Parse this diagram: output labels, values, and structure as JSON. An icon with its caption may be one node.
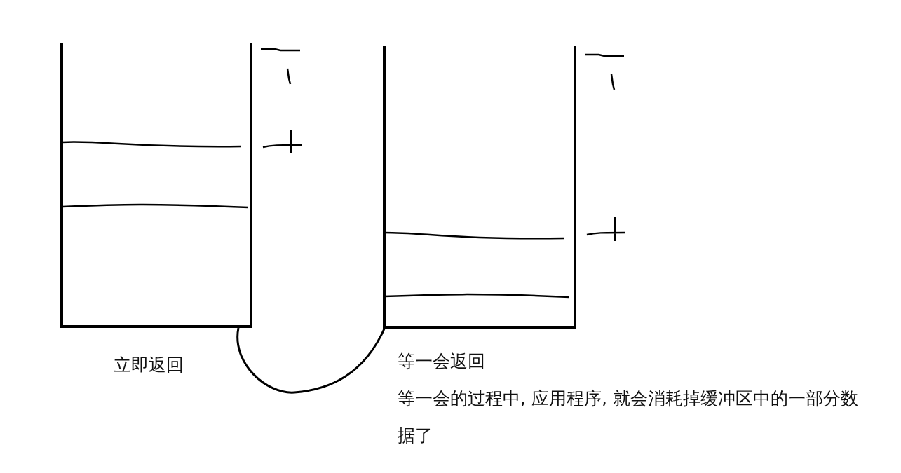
{
  "diagram": {
    "nodes": [
      {
        "text": [],
        "shape": "box",
        "beside": [
          "立即返回"
        ]
      },
      {
        "text": [],
        "shape": "box",
        "beside": [
          "等一会返回",
          "等一会的过程中, 应用程序, 就会消耗掉缓冲区中的一部分数据了"
        ]
      }
    ],
    "edges": [
      {
        "from": 0,
        "to": 1,
        "arrow": "none"
      }
    ]
  }
}
